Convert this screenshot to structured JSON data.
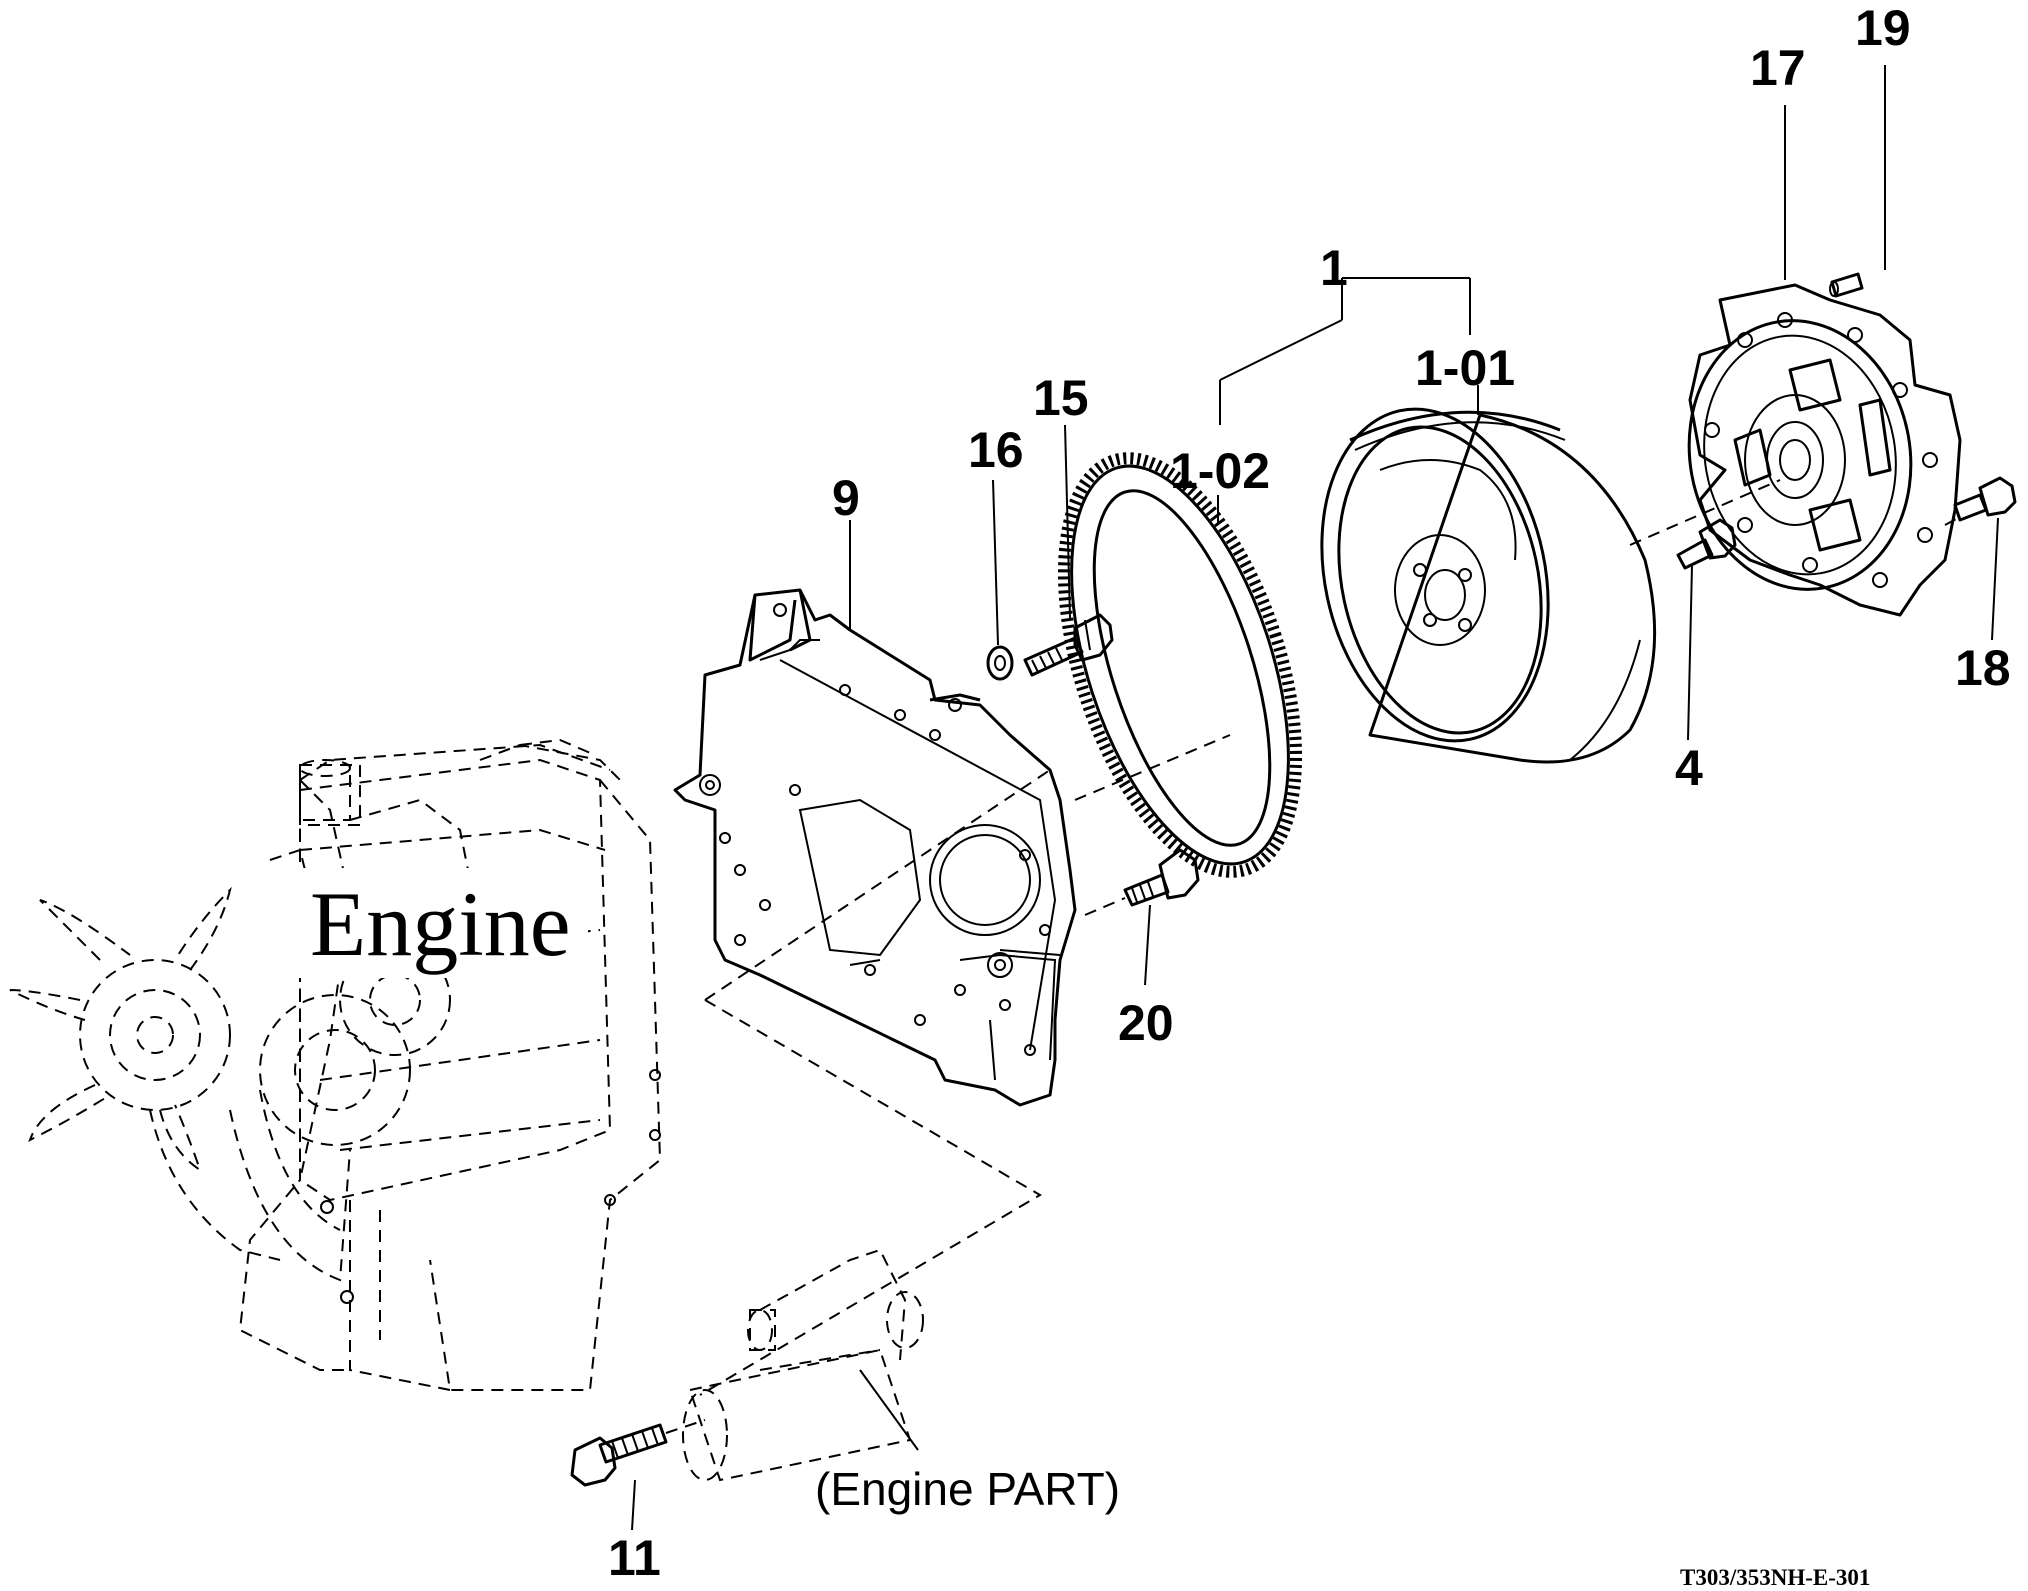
{
  "diagram": {
    "engine_label": "Engine",
    "engine_part_note": "(Engine PART)",
    "reference_code": "T303/353NH-E-301",
    "callouts": {
      "c1": "1",
      "c1_01": "1-01",
      "c1_02": "1-02",
      "c4": "4",
      "c9": "9",
      "c11": "11",
      "c15": "15",
      "c16": "16",
      "c17": "17",
      "c18": "18",
      "c19": "19",
      "c20": "20"
    }
  }
}
